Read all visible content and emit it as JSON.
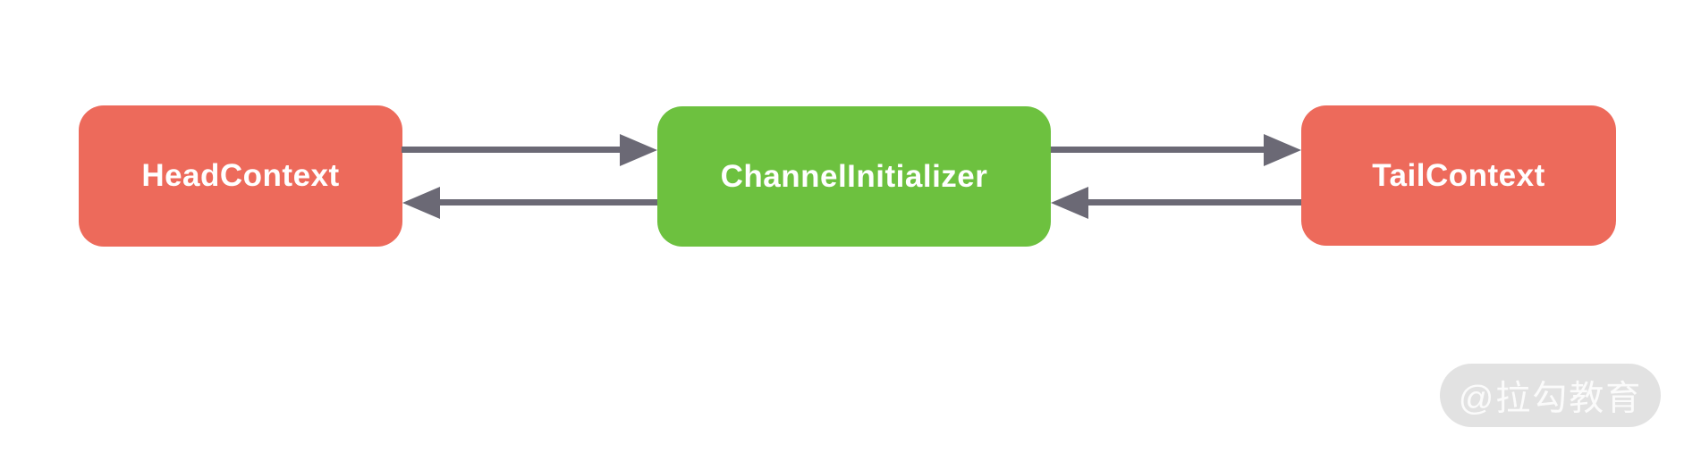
{
  "colors": {
    "background": "#FFFFFF",
    "node-red": "#ED6A5B",
    "node-green": "#6DC13F",
    "node-text": "#FFFFFF",
    "arrow": "#6B6975",
    "watermark-bg": "#E2E2E2",
    "watermark-text": "#FBFBFB"
  },
  "diagram": {
    "nodes": [
      {
        "id": "head",
        "label": "HeadContext",
        "color": "node-red"
      },
      {
        "id": "initializer",
        "label": "ChannelInitializer",
        "color": "node-green"
      },
      {
        "id": "tail",
        "label": "TailContext",
        "color": "node-red"
      }
    ],
    "edges": [
      {
        "from": "HeadContext",
        "to": "ChannelInitializer",
        "row": "top",
        "direction": "right"
      },
      {
        "from": "ChannelInitializer",
        "to": "HeadContext",
        "row": "bottom",
        "direction": "left"
      },
      {
        "from": "ChannelInitializer",
        "to": "TailContext",
        "row": "top",
        "direction": "right"
      },
      {
        "from": "TailContext",
        "to": "ChannelInitializer",
        "row": "bottom",
        "direction": "left"
      }
    ]
  },
  "watermark": {
    "text": "@拉勾教育"
  }
}
